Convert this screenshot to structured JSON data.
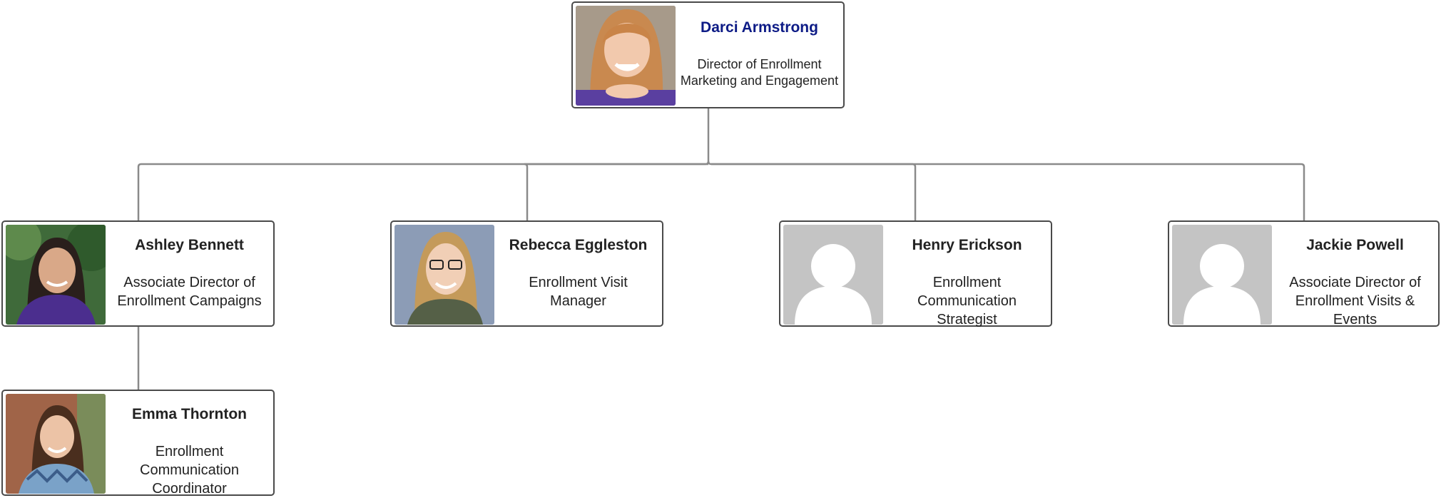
{
  "people": {
    "darci": {
      "name": "Darci Armstrong",
      "title": "Director of Enrollment Marketing and Engagement"
    },
    "ashley": {
      "name": "Ashley Bennett",
      "title": "Associate Director of Enrollment Campaigns"
    },
    "rebecca": {
      "name": "Rebecca Eggleston",
      "title": "Enrollment Visit Manager"
    },
    "henry": {
      "name": "Henry Erickson",
      "title": "Enrollment Communication Strategist"
    },
    "jackie": {
      "name": "Jackie Powell",
      "title": "Associate Director of Enrollment Visits & Events"
    },
    "emma": {
      "name": "Emma Thornton",
      "title": "Enrollment Communication Coordinator"
    }
  },
  "colors": {
    "root_name": "#0d1b86",
    "border": "#4a4a4a",
    "connector": "#8a8a8a",
    "placeholder_bg": "#c4c4c4"
  }
}
